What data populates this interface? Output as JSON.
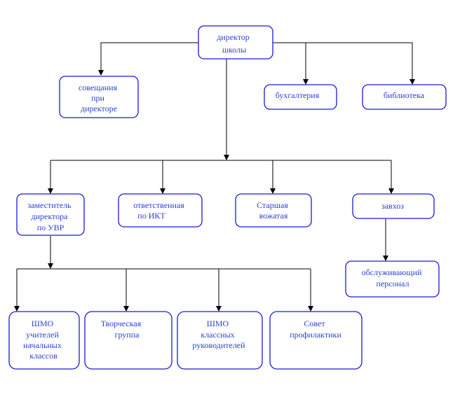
{
  "nodes": {
    "director": {
      "lines": [
        "директор",
        "школы"
      ]
    },
    "council": {
      "lines": [
        "совещания",
        "при",
        "директоре"
      ]
    },
    "accounting": {
      "lines": [
        "бухгалтерия"
      ]
    },
    "library": {
      "lines": [
        "библиотека"
      ]
    },
    "deputy": {
      "lines": [
        "заместитель",
        "директора",
        "по УВР"
      ]
    },
    "ict": {
      "lines": [
        "ответственная",
        "по  ИКТ"
      ]
    },
    "counselor": {
      "lines": [
        "Старшая",
        "вожатая"
      ]
    },
    "supply": {
      "lines": [
        "завхоз"
      ]
    },
    "service": {
      "lines": [
        "обслуживающий",
        "персонал"
      ]
    },
    "primary": {
      "lines": [
        "ШМО",
        "учителей",
        "начальных",
        "классов"
      ]
    },
    "creative": {
      "lines": [
        "Творческая",
        "группа"
      ]
    },
    "homeroom": {
      "lines": [
        "ШМО",
        "классных",
        "руководителей"
      ]
    },
    "prevention": {
      "lines": [
        "Совет",
        "профилактики"
      ]
    }
  },
  "colors": {
    "box_border": "#1a1adb",
    "text": "#2b3fd6",
    "connector": "#000000"
  }
}
